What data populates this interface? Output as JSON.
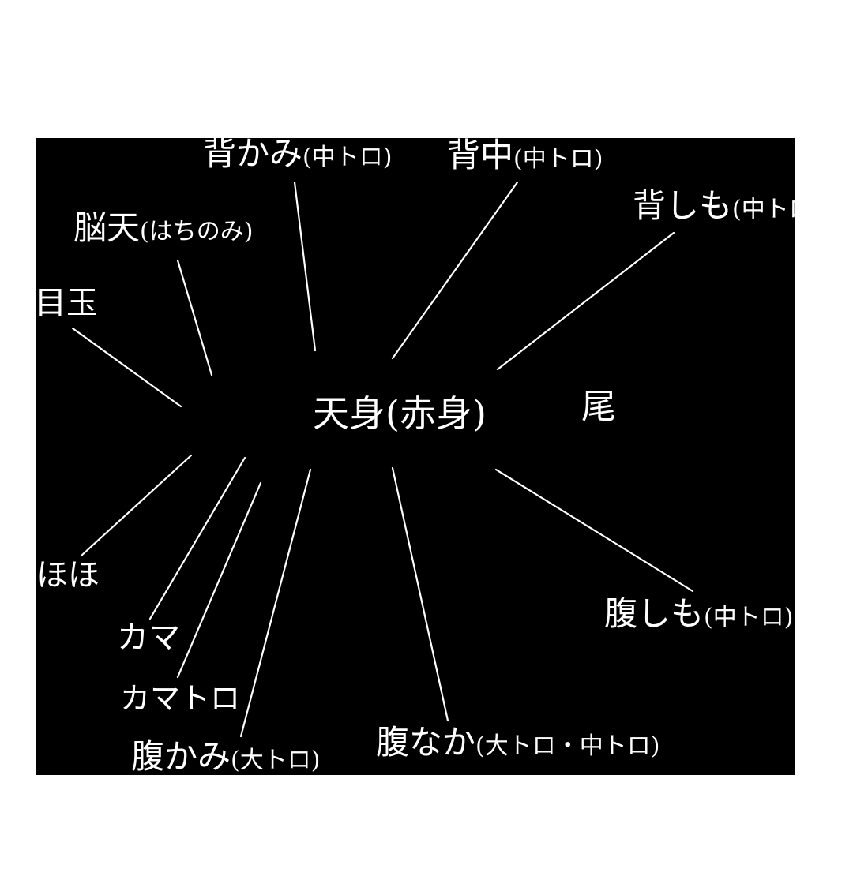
{
  "diagram": {
    "subject": "tuna-cuts-diagram",
    "colors": {
      "page_background": "#ffffff",
      "panel_background": "#000000",
      "label_text": "#ffffff",
      "leader_line": "#ffffff"
    },
    "labels": [
      {
        "id": "se-kami",
        "main": "背かみ",
        "sub": "(中トロ)"
      },
      {
        "id": "se-naka",
        "main": "背中",
        "sub": "(中トロ)"
      },
      {
        "id": "se-shimo",
        "main": "背しも",
        "sub": "(中トロ)"
      },
      {
        "id": "nouten",
        "main": "脳天",
        "sub": "(はちのみ)"
      },
      {
        "id": "medama",
        "main": "目玉",
        "sub": ""
      },
      {
        "id": "tenmi",
        "main": "天身(赤身)",
        "sub": ""
      },
      {
        "id": "o",
        "main": "尾",
        "sub": ""
      },
      {
        "id": "hoho",
        "main": "ほほ",
        "sub": ""
      },
      {
        "id": "kama",
        "main": "カマ",
        "sub": ""
      },
      {
        "id": "kamatoro",
        "main": "カマトロ",
        "sub": ""
      },
      {
        "id": "hara-kami",
        "main": "腹かみ",
        "sub": "(大トロ)"
      },
      {
        "id": "hara-naka",
        "main": "腹なか",
        "sub": "(大トロ・中トロ)"
      },
      {
        "id": "hara-shimo",
        "main": "腹しも",
        "sub": "(中トロ)"
      }
    ]
  }
}
